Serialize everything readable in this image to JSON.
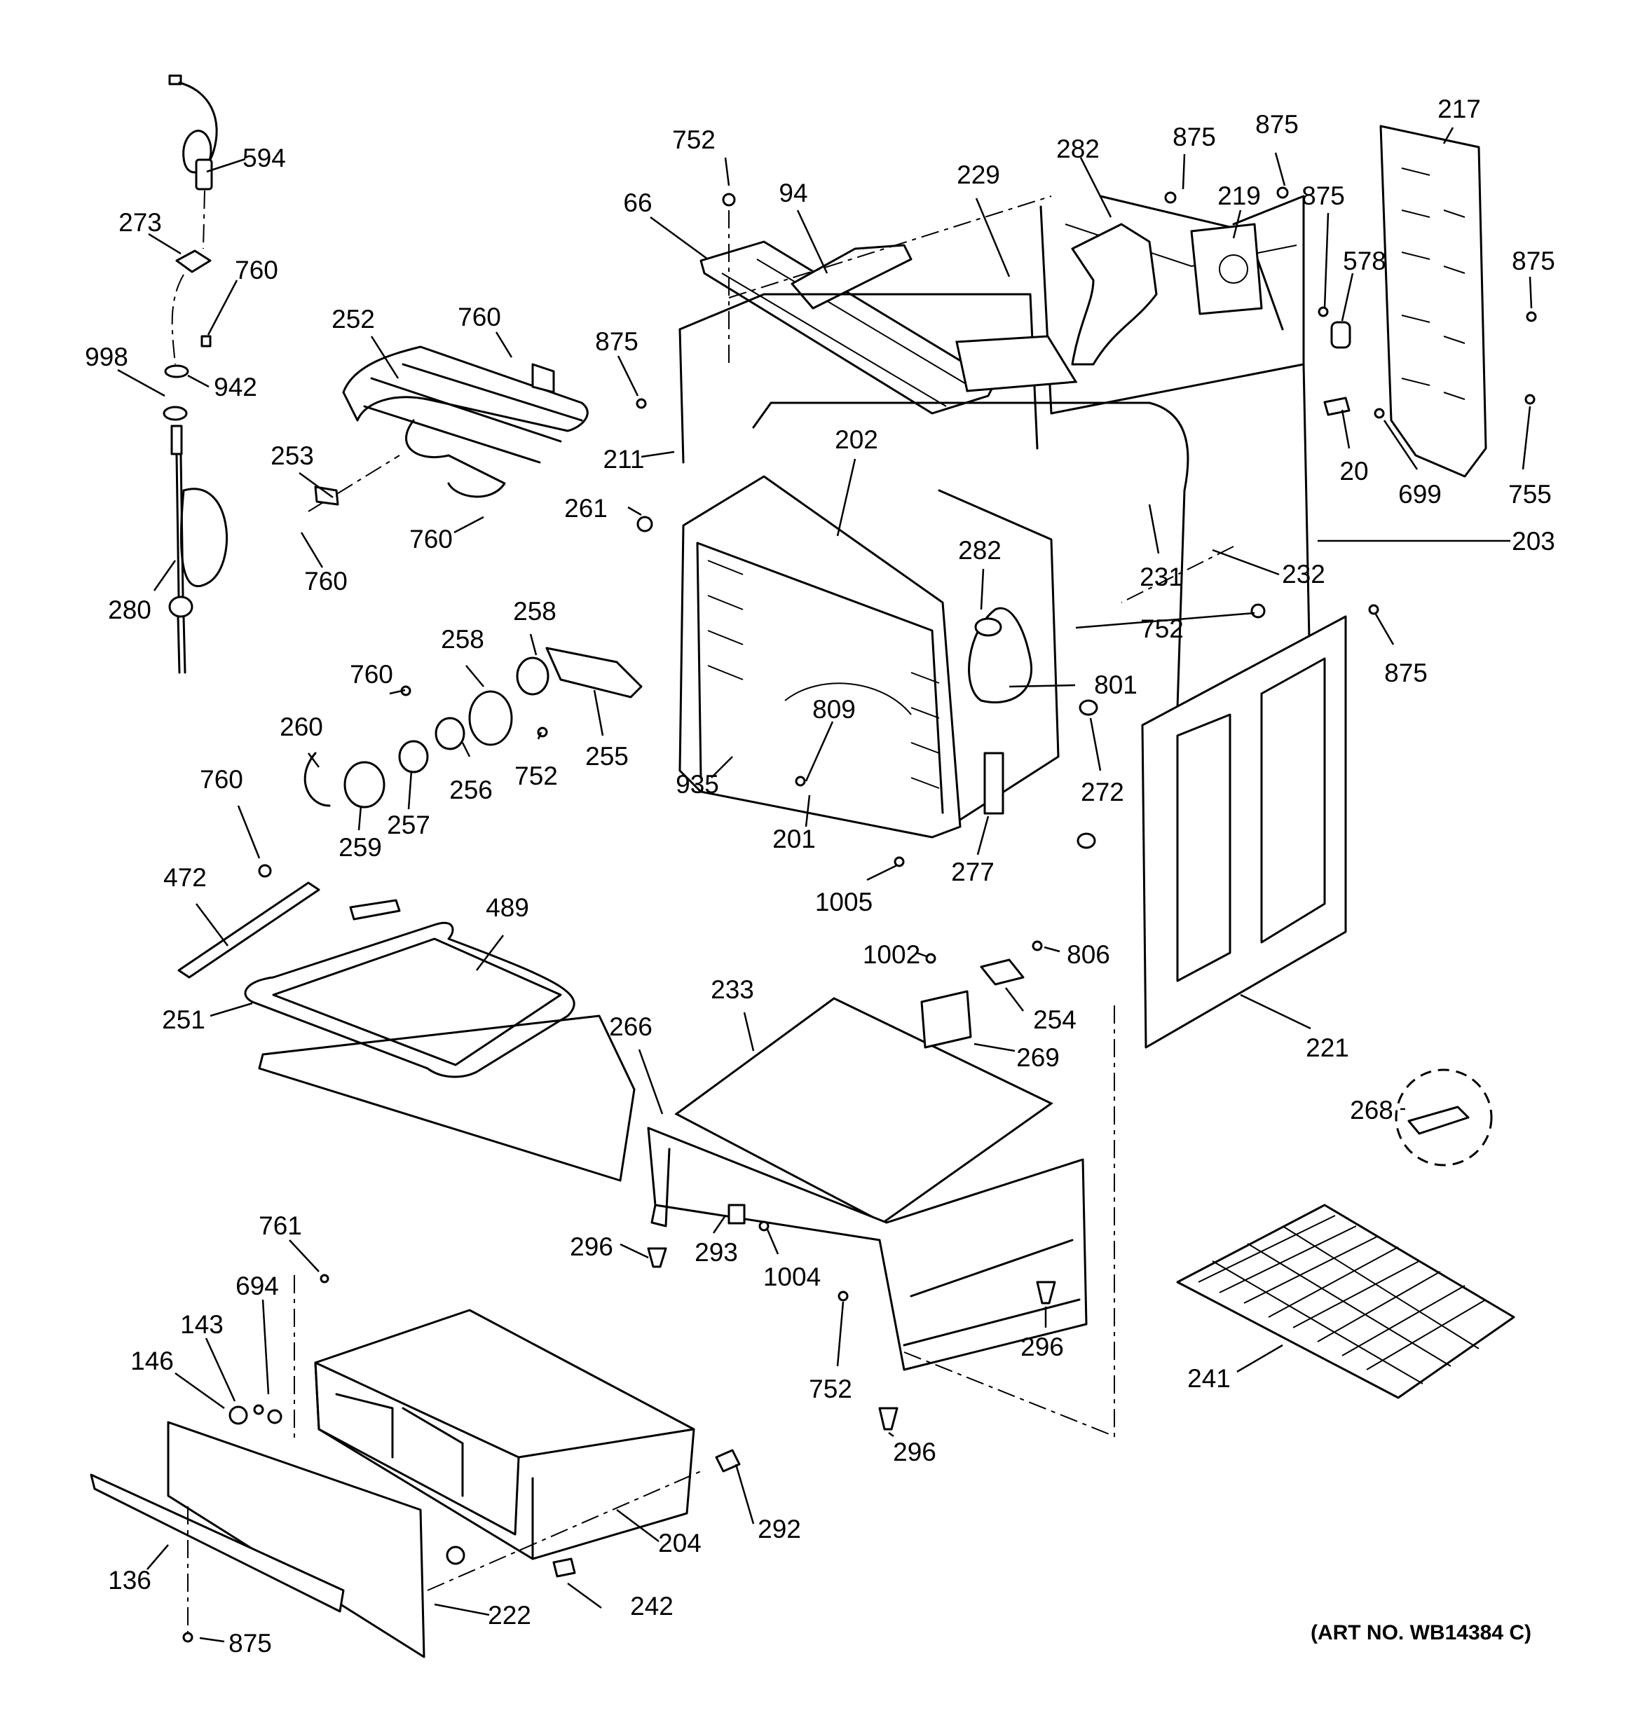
{
  "art_number": "(ART NO. WB14384 C)",
  "callouts": [
    {
      "id": "c594",
      "text": "594"
    },
    {
      "id": "c273",
      "text": "273"
    },
    {
      "id": "c760a",
      "text": "760"
    },
    {
      "id": "c998",
      "text": "998"
    },
    {
      "id": "c942",
      "text": "942"
    },
    {
      "id": "c280",
      "text": "280"
    },
    {
      "id": "c252",
      "text": "252"
    },
    {
      "id": "c760b",
      "text": "760"
    },
    {
      "id": "c253",
      "text": "253"
    },
    {
      "id": "c760c",
      "text": "760"
    },
    {
      "id": "c760d",
      "text": "760"
    },
    {
      "id": "c752a",
      "text": "752"
    },
    {
      "id": "c66",
      "text": "66"
    },
    {
      "id": "c94",
      "text": "94"
    },
    {
      "id": "c875a",
      "text": "875"
    },
    {
      "id": "c211",
      "text": "211"
    },
    {
      "id": "c261",
      "text": "261"
    },
    {
      "id": "c202",
      "text": "202"
    },
    {
      "id": "c229",
      "text": "229"
    },
    {
      "id": "c282a",
      "text": "282"
    },
    {
      "id": "c875b",
      "text": "875"
    },
    {
      "id": "c875c",
      "text": "875"
    },
    {
      "id": "c219",
      "text": "219"
    },
    {
      "id": "c875d",
      "text": "875"
    },
    {
      "id": "c578",
      "text": "578"
    },
    {
      "id": "c217",
      "text": "217"
    },
    {
      "id": "c875e",
      "text": "875"
    },
    {
      "id": "c20",
      "text": "20"
    },
    {
      "id": "c699",
      "text": "699"
    },
    {
      "id": "c755",
      "text": "755"
    },
    {
      "id": "c203",
      "text": "203"
    },
    {
      "id": "c231",
      "text": "231"
    },
    {
      "id": "c232",
      "text": "232"
    },
    {
      "id": "c282b",
      "text": "282"
    },
    {
      "id": "c752b",
      "text": "752"
    },
    {
      "id": "c875f",
      "text": "875"
    },
    {
      "id": "c801",
      "text": "801"
    },
    {
      "id": "c258a",
      "text": "258"
    },
    {
      "id": "c258b",
      "text": "258"
    },
    {
      "id": "c760e",
      "text": "760"
    },
    {
      "id": "c260",
      "text": "260"
    },
    {
      "id": "c256",
      "text": "256"
    },
    {
      "id": "c257",
      "text": "257"
    },
    {
      "id": "c259",
      "text": "259"
    },
    {
      "id": "c752c",
      "text": "752"
    },
    {
      "id": "c255",
      "text": "255"
    },
    {
      "id": "c809",
      "text": "809"
    },
    {
      "id": "c935",
      "text": "935"
    },
    {
      "id": "c201",
      "text": "201"
    },
    {
      "id": "c272",
      "text": "272"
    },
    {
      "id": "c277",
      "text": "277"
    },
    {
      "id": "c1005",
      "text": "1005"
    },
    {
      "id": "c760f",
      "text": "760"
    },
    {
      "id": "c472",
      "text": "472"
    },
    {
      "id": "c489",
      "text": "489"
    },
    {
      "id": "c251",
      "text": "251"
    },
    {
      "id": "c1002",
      "text": "1002"
    },
    {
      "id": "c806",
      "text": "806"
    },
    {
      "id": "c254",
      "text": "254"
    },
    {
      "id": "c233",
      "text": "233"
    },
    {
      "id": "c266",
      "text": "266"
    },
    {
      "id": "c269",
      "text": "269"
    },
    {
      "id": "c221",
      "text": "221"
    },
    {
      "id": "c268",
      "text": "268"
    },
    {
      "id": "c296a",
      "text": "296"
    },
    {
      "id": "c293",
      "text": "293"
    },
    {
      "id": "c1004",
      "text": "1004"
    },
    {
      "id": "c296b",
      "text": "296"
    },
    {
      "id": "c752d",
      "text": "752"
    },
    {
      "id": "c296c",
      "text": "296"
    },
    {
      "id": "c241",
      "text": "241"
    },
    {
      "id": "c761",
      "text": "761"
    },
    {
      "id": "c694",
      "text": "694"
    },
    {
      "id": "c143",
      "text": "143"
    },
    {
      "id": "c146",
      "text": "146"
    },
    {
      "id": "c292",
      "text": "292"
    },
    {
      "id": "c204",
      "text": "204"
    },
    {
      "id": "c136",
      "text": "136"
    },
    {
      "id": "c242",
      "text": "242"
    },
    {
      "id": "c222",
      "text": "222"
    },
    {
      "id": "c875g",
      "text": "875"
    }
  ]
}
